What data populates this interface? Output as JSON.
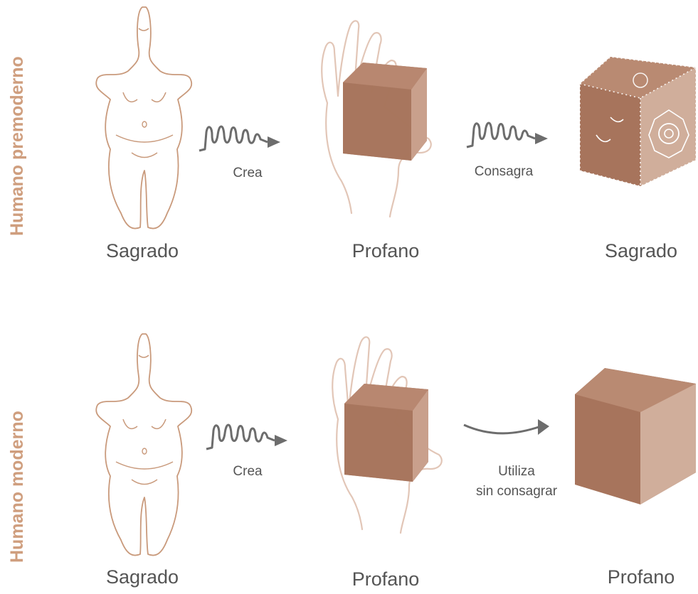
{
  "rows": [
    {
      "label": "Humano premoderno",
      "items": [
        "Sagrado",
        "Profano",
        "Sagrado"
      ],
      "arrow1": "Crea",
      "arrow2": "Consagra"
    },
    {
      "label": "Humano moderno",
      "items": [
        "Sagrado",
        "Profano",
        "Profano"
      ],
      "arrow1": "Crea",
      "arrow2_line1": "Utiliza",
      "arrow2_line2": "sin consagrar"
    }
  ],
  "colors": {
    "label": "#cf9e7e",
    "figure_line": "#c99a7c",
    "cube_dark": "#a7745c",
    "cube_light": "#d4b2a1",
    "arrow": "#6d6d6d"
  },
  "icons": [
    "venus-figurine-icon",
    "hand-holding-cube-icon",
    "decorated-cube-icon",
    "plain-cube-icon",
    "squiggle-arrow-icon",
    "curved-arrow-icon"
  ]
}
